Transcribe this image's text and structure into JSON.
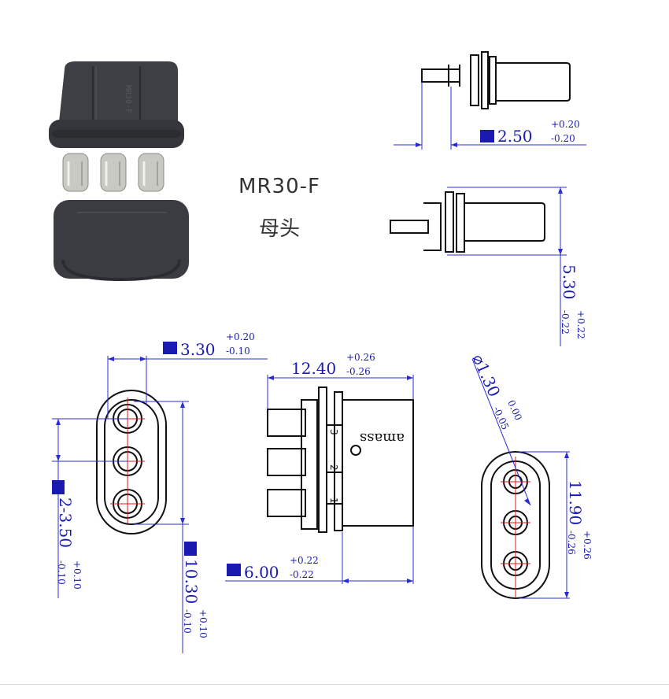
{
  "product": {
    "name": "MR30-F",
    "subtitle": "母头"
  },
  "photo": {
    "housing_text": "MR30-F"
  },
  "dimensions": {
    "pin_length": {
      "base": "2.50",
      "plus": "+0.20",
      "minus": "-0.20"
    },
    "pin_height": {
      "base": "5.30",
      "plus": "+0.22",
      "minus": "-0.22"
    },
    "front_width": {
      "base": "3.30",
      "plus": "+0.20",
      "minus": "-0.10"
    },
    "front_pitch": {
      "base": "2-3.50",
      "plus": "+0.10",
      "minus": "-0.10"
    },
    "front_height": {
      "base": "10.30",
      "plus": "+0.10",
      "minus": "-0.10"
    },
    "body_length": {
      "base": "12.40",
      "plus": "+0.26",
      "minus": "-0.26"
    },
    "body_width": {
      "base": "6.00",
      "plus": "+0.22",
      "minus": "-0.22"
    },
    "hole_dia": {
      "base": "⌀1.30",
      "plus": "0.00",
      "minus": "-0.05"
    },
    "rear_height": {
      "base": "11.90",
      "plus": "+0.26",
      "minus": "-0.26"
    }
  },
  "side_view": {
    "brand": "amass",
    "markings": [
      "1",
      "2",
      "3"
    ]
  },
  "colors": {
    "dimension": "#2b2bd6",
    "centerline": "#e21a1a",
    "housing": "#3d3f44"
  }
}
